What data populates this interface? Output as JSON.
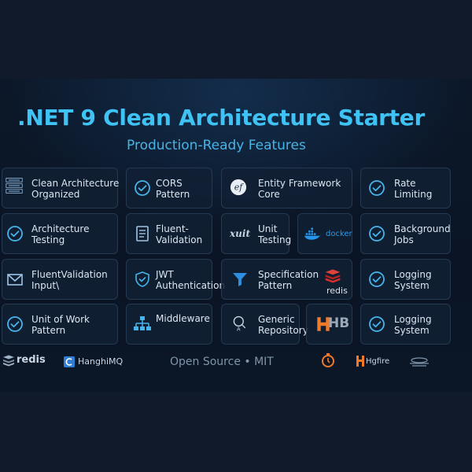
{
  "header": {
    "title": ".NET 9 Clean Architecture Starter",
    "subtitle": "Production-Ready Features"
  },
  "cards": {
    "clean_arch": "Clean Architecture\nOrganized",
    "cors": "CORS\nPattern",
    "ef": "Entity Framework\nCore",
    "rate": "Rate\nLimiting",
    "arch_testing": "Architecture\nTesting",
    "fluent": "Fluent-\nValidation",
    "unit_testing": "Unit\nTesting",
    "background": "Background\nJobs",
    "fluent_input": "FluentValidation\nInput\\",
    "jwt": "JWT\nAuthentication",
    "spec": "Specification\nPattern",
    "logging1": "Logging\nSystem",
    "uow": "Unit of Work\nPattern",
    "middleware": "Middleware",
    "generic_repo": "Generic\nRepository",
    "logging2": "Logging\nSystem"
  },
  "logos": {
    "ef_mark": "ef",
    "xunit": "xuit",
    "docker": "docker",
    "redis_card": "redis",
    "hb": "HB"
  },
  "footer": {
    "redis": "redis",
    "rabbit": "HanghiMQ",
    "center": "Open Source • MIT",
    "hangfire": "Hgfire"
  },
  "colors": {
    "title": "#3fc3f5",
    "accent_icon": "#46b4ea",
    "redis_red": "#d9302c",
    "orange": "#f07a2a"
  }
}
